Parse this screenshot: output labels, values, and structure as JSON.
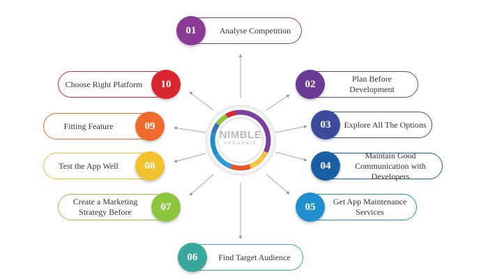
{
  "logo": {
    "name": "NIMBLE",
    "sub": "APPGENIE"
  },
  "colors": {
    "ring": [
      "#7b3fa0",
      "#f6c242",
      "#e8542b",
      "#2a9bd6",
      "#1e8fc7",
      "#3f6fb4",
      "#8cc63f",
      "#d7262f"
    ]
  },
  "steps": [
    {
      "number": "01",
      "label": "Analyse Competition",
      "color": "#8a3a96"
    },
    {
      "number": "02",
      "label": "Plan Before Development",
      "color": "#6b3a93"
    },
    {
      "number": "03",
      "label": "Explore All The Options",
      "color": "#3d4c9a"
    },
    {
      "number": "04",
      "label": "Maintain Good Communication with Developers",
      "color": "#1a5fa6"
    },
    {
      "number": "05",
      "label": "Get App Maintenance Services",
      "color": "#1f8fcf"
    },
    {
      "number": "06",
      "label": "Find Target Audience",
      "color": "#3aa79b"
    },
    {
      "number": "07",
      "label": "Create a Marketing Strategy Before",
      "color": "#8cc63f"
    },
    {
      "number": "08",
      "label": "Test the App Well",
      "color": "#f2c12e"
    },
    {
      "number": "09",
      "label": "Fitting Feature",
      "color": "#ee6b2d"
    },
    {
      "number": "10",
      "label": "Choose Right Platform",
      "color": "#d7262f"
    }
  ]
}
